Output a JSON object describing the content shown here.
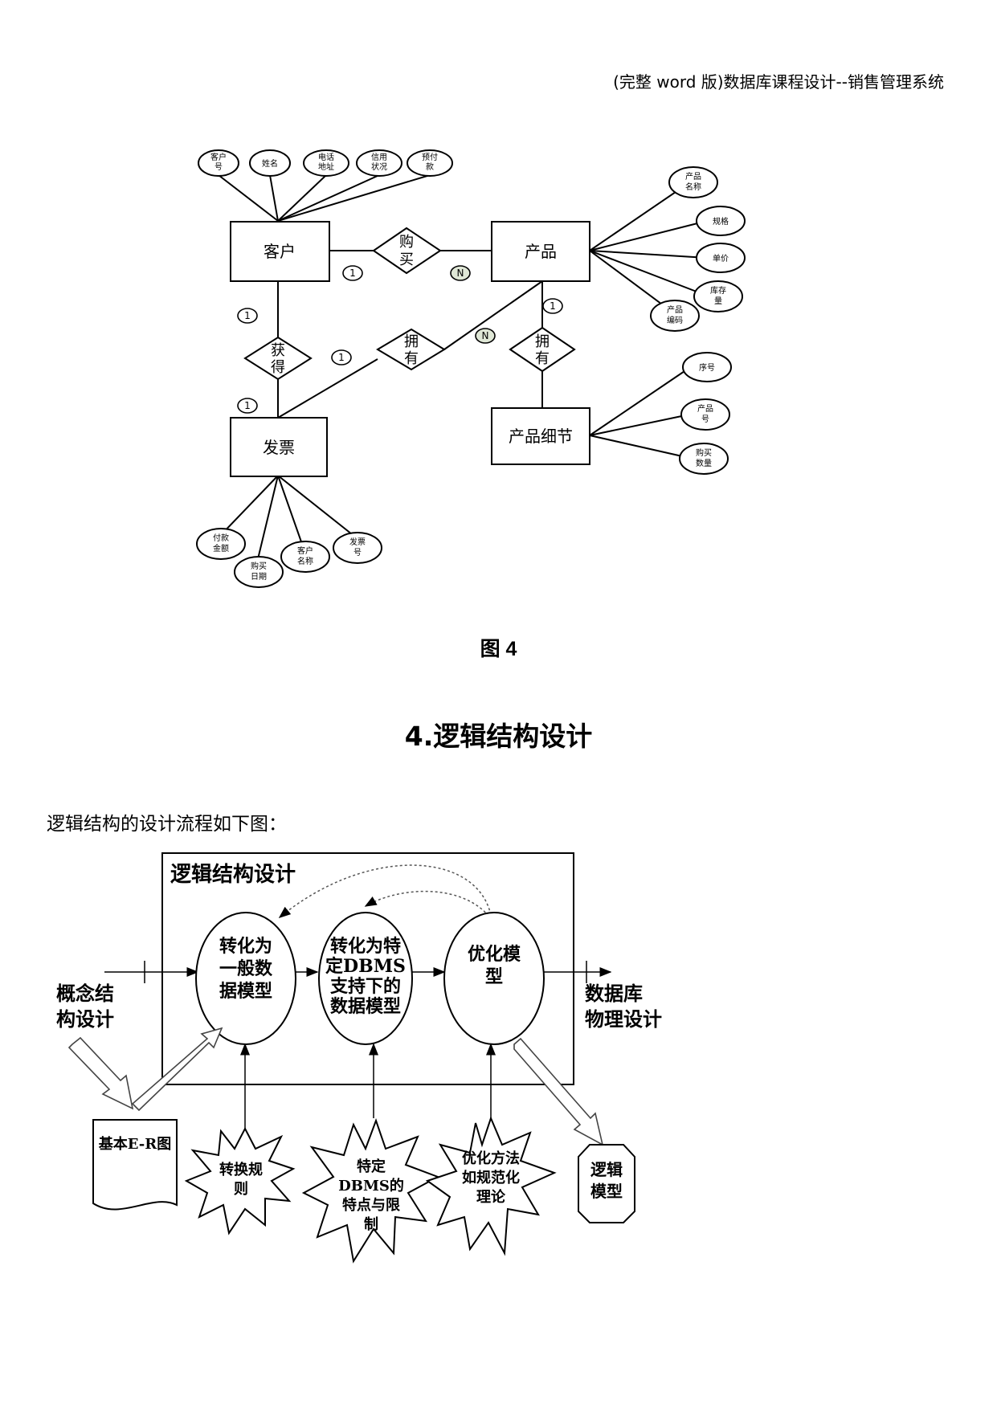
{
  "header": {
    "title": "(完整 word 版)数据库课程设计--销售管理系统"
  },
  "er_diagram": {
    "entities": {
      "customer": "客户",
      "product": "产品",
      "invoice": "发票",
      "product_detail": "产品细节"
    },
    "relations": {
      "buy": [
        "购",
        "买"
      ],
      "get": [
        "获",
        "得"
      ],
      "own1": [
        "拥",
        "有"
      ],
      "own2": [
        "拥",
        "有"
      ]
    },
    "cardinalities": {
      "one": "1",
      "n": "N"
    },
    "customer_attrs": [
      [
        "客户",
        "号"
      ],
      [
        "姓名"
      ],
      [
        "电话",
        "地址"
      ],
      [
        "信用",
        "状况"
      ],
      [
        "预付",
        "款"
      ]
    ],
    "product_attrs": [
      [
        "产品",
        "名称"
      ],
      [
        "规格"
      ],
      [
        "单价"
      ],
      [
        "库存",
        "量"
      ],
      [
        "产品",
        "编码"
      ]
    ],
    "detail_attrs": [
      [
        "序号"
      ],
      [
        "产品",
        "号"
      ],
      [
        "购买",
        "数量"
      ]
    ],
    "invoice_attrs": [
      [
        "付款",
        "金额"
      ],
      [
        "购买",
        "日期"
      ],
      [
        "客户",
        "名称"
      ],
      [
        "发票",
        "号"
      ]
    ]
  },
  "caption": "图 4",
  "section_title": "4.逻辑结构设计",
  "intro_text": "逻辑结构的设计流程如下图：",
  "flow": {
    "box_title": "逻辑结构设计",
    "step1": [
      "转化为",
      "一般数",
      "据模型"
    ],
    "step2": [
      "转化为特",
      "定DBMS",
      "支持下的",
      "数据模型"
    ],
    "step3": [
      "优化模",
      "型"
    ],
    "left_input": [
      "概念结",
      "构设计"
    ],
    "right_output": [
      "数据库",
      "物理设计"
    ],
    "doc_er": "基本E-R图",
    "star1": [
      "转换规",
      "则"
    ],
    "star2": [
      "特定",
      "DBMS的",
      "特点与限",
      "制"
    ],
    "star3": [
      "优化方法",
      "如规范化",
      "理论"
    ],
    "result": [
      "逻辑",
      "模型"
    ]
  }
}
